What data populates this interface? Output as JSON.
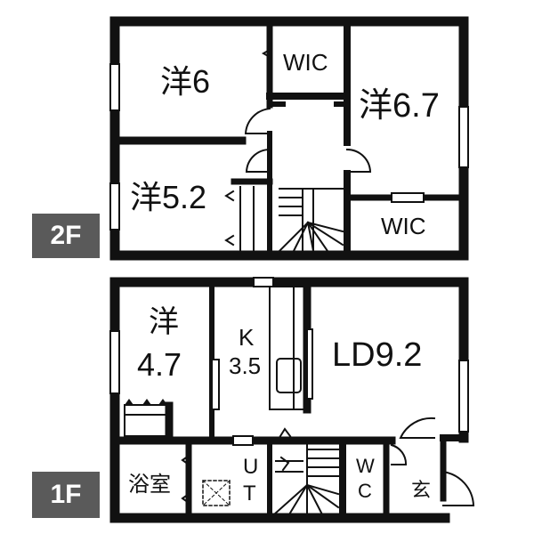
{
  "floors": {
    "upper": {
      "badge": "2F"
    },
    "lower": {
      "badge": "1F"
    }
  },
  "rooms": {
    "upper": {
      "western_a": "洋6",
      "wic_a": "WIC",
      "western_b": "洋6.7",
      "western_c": "洋5.2",
      "wic_b": "WIC"
    },
    "lower": {
      "western_line1": "洋",
      "western_line2": "4.7",
      "kitchen_line1": "K",
      "kitchen_line2": "3.5",
      "living_dining": "LD9.2",
      "bath": "浴室",
      "utility_u": "U",
      "utility_t": "T",
      "toilet_w": "W",
      "toilet_c": "C",
      "entrance": "玄"
    }
  },
  "colors": {
    "wall": "#111111",
    "badge_bg": "#5a5a5a",
    "badge_text": "#ffffff",
    "background": "#ffffff"
  }
}
